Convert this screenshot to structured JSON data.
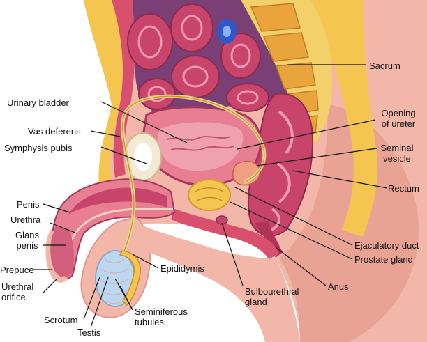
{
  "labels": {
    "sacrum": "Sacrum",
    "urinary_bladder": "Urinary bladder",
    "opening_of_ureter_line1": "Opening",
    "opening_of_ureter_line2": "of ureter",
    "vas_deferens": "Vas deferens",
    "symphysis_pubis": "Symphysis pubis",
    "seminal_vesicle_line1": "Seminal",
    "seminal_vesicle_line2": "vesicle",
    "rectum": "Rectum",
    "penis": "Penis",
    "urethra": "Urethra",
    "glans_penis_line1": "Glans",
    "glans_penis_line2": "penis",
    "prepuce": "Prepuce",
    "urethral_orifice_line1": "Urethral",
    "urethral_orifice_line2": "orifice",
    "epididymis": "Epididymis",
    "ejaculatory_duct": "Ejaculatory duct",
    "prostate_gland": "Prostate gland",
    "anus": "Anus",
    "bulbourethral_gland_line1": "Bulbourethral",
    "bulbourethral_gland_line2": "gland",
    "scrotum": "Scrotum",
    "testis": "Testis",
    "seminiferous_tubules_line1": "Seminiferous",
    "seminiferous_tubules_line2": "tubules"
  },
  "colors": {
    "skin": "#f2b7a8",
    "skin_dark": "#e3968a",
    "fat": "#f4c64f",
    "fat_light": "#f8da82",
    "muscle": "#d8506d",
    "muscle_dark": "#b23356",
    "organ_pink": "#e77e92",
    "intestine": "#c9446a",
    "cavity_purple": "#7a3f74",
    "vein_blue": "#2f59c8",
    "bone": "#f3ead4",
    "leader_line": "#111111"
  }
}
